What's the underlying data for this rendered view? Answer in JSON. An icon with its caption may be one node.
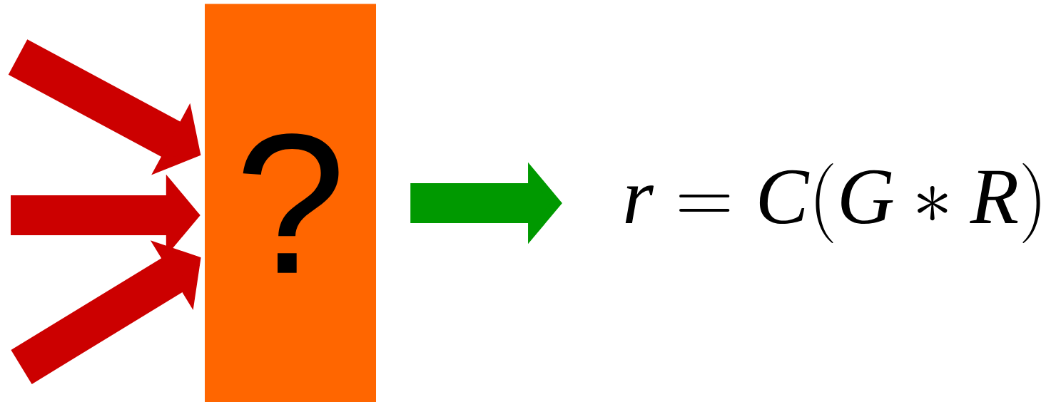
{
  "diagram": {
    "nodes": [
      {
        "text": [
          "?"
        ]
      },
      {
        "text": [
          "r = C(G * R)"
        ]
      }
    ],
    "edges": [
      {
        "from": null,
        "to": 0,
        "arrow": "to"
      },
      {
        "from": null,
        "to": 0,
        "arrow": "to"
      },
      {
        "from": null,
        "to": 0,
        "arrow": "to"
      },
      {
        "from": 0,
        "to": 1,
        "arrow": "to",
        "color": "#009900"
      }
    ]
  }
}
